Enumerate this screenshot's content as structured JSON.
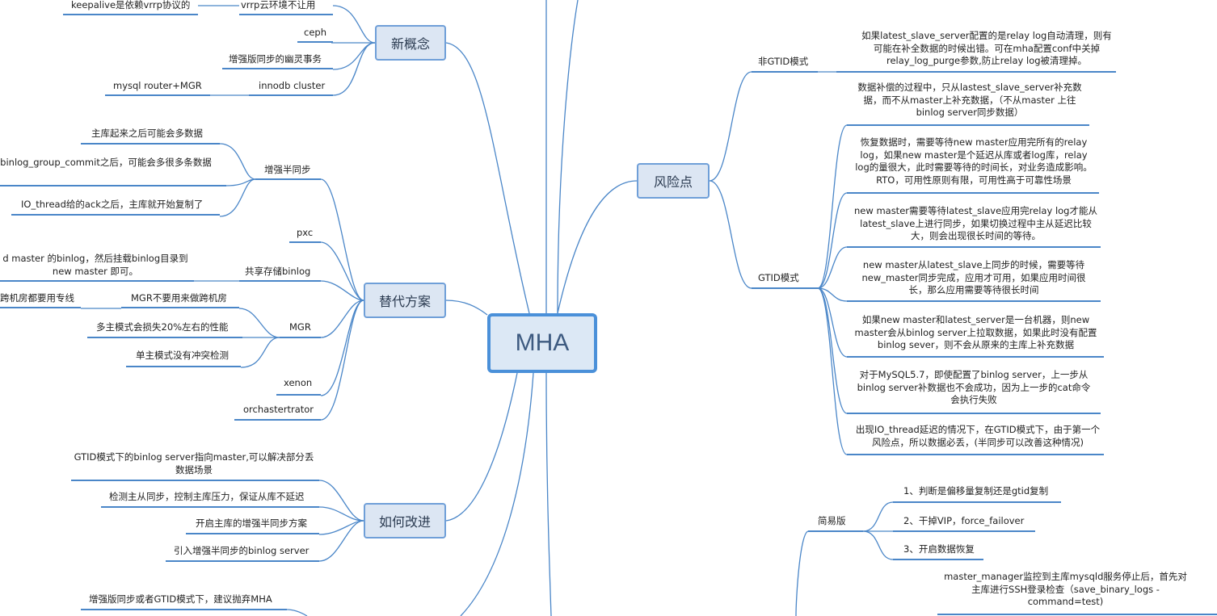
{
  "center": "MHA",
  "branches": {
    "new_concept": {
      "label": "新概念",
      "items": [
        "vrrp云环境不让用",
        "ceph",
        "增强版同步的幽灵事务",
        "innodb cluster"
      ],
      "vrrp_detail": "keepalive是依赖vrrp协议的",
      "innodb_detail": "mysql router+MGR"
    },
    "alternatives": {
      "label": "替代方案",
      "semi_sync": {
        "label": "增强半同步",
        "details": [
          "主库起来之后可能会多数据",
          "binlog_group_commit之后，可能会多很多条数据",
          "IO_thread给的ack之后，主库就开始复制了"
        ]
      },
      "pxc": "pxc",
      "shared_storage": {
        "label": "共享存储binlog",
        "detail": "d master 的binlog，然后挂载binlog目录到 new master 即可。"
      },
      "mgr": {
        "label": "MGR",
        "no_cross_dc": "MGR不要用来做跨机房",
        "cross_dc_detail": "跨机房都要用专线",
        "perf": "多主模式会损失20%左右的性能",
        "single": "单主模式没有冲突检测"
      },
      "xenon": "xenon",
      "orch": "orchastertrator"
    },
    "improve": {
      "label": "如何改进",
      "items": [
        "GTID模式下的binlog server指向master,可以解决部分丢数据场景",
        "检测主从同步，控制主库压力，保证从库不延迟",
        "开启主库的增强半同步方案",
        "引入增强半同步的binlog server"
      ]
    },
    "bottom_left": "增强版同步或者GTID模式下，建议抛弃MHA",
    "risks": {
      "label": "风险点",
      "non_gtid": {
        "label": "非GTID模式",
        "detail": "如果latest_slave_server配置的是relay log自动清理，则有可能在补全数据的时候出错。可在mha配置conf中关掉relay_log_purge参数,防止relay log被清理掉。"
      },
      "gtid": {
        "label": "GTID模式",
        "details": [
          "数据补偿的过程中，只从lastest_slave_server补充数据，而不从master上补充数据，（不从master 上往binlog server同步数据）",
          "恢复数据时，需要等待new master应用完所有的relay log，如果new master是个延迟从库或者log库，relay log的量很大，此时需要等待的时间长，对业务造成影响。RTO，可用性原则有限，可用性高于可靠性场景",
          "new master需要等待latest_slave应用完relay log才能从latest_slave上进行同步，如果切换过程中主从延迟比较大，则会出现很长时间的等待。",
          "new  master从latest_slave上同步的时候，需要等待new_master同步完成，应用才可用，如果应用时间很长，那么应用需要等待很长时间",
          "如果new master和latest_server是一台机器，则new master会从binlog server上拉取数据，如果此时没有配置binlog sever，则不会从原来的主库上补充数据",
          "对于MySQL5.7，即使配置了binlog server，上一步从binlog server补数据也不会成功，因为上一步的cat命令会执行失败",
          "出现IO_thread延迟的情况下，在GTID模式下，由于第一个风险点，所以数据必丢，(半同步可以改善这种情况)"
        ]
      }
    },
    "simple": {
      "label": "简易版",
      "steps": [
        "1、判断是偏移量复制还是gtid复制",
        "2、干掉VIP，force_failover",
        "3、开启数据恢复"
      ]
    },
    "manager": "master_manager监控到主库mysqld服务停止后，首先对主库进行SSH登录检查（save_binary_logs -command=test)"
  }
}
